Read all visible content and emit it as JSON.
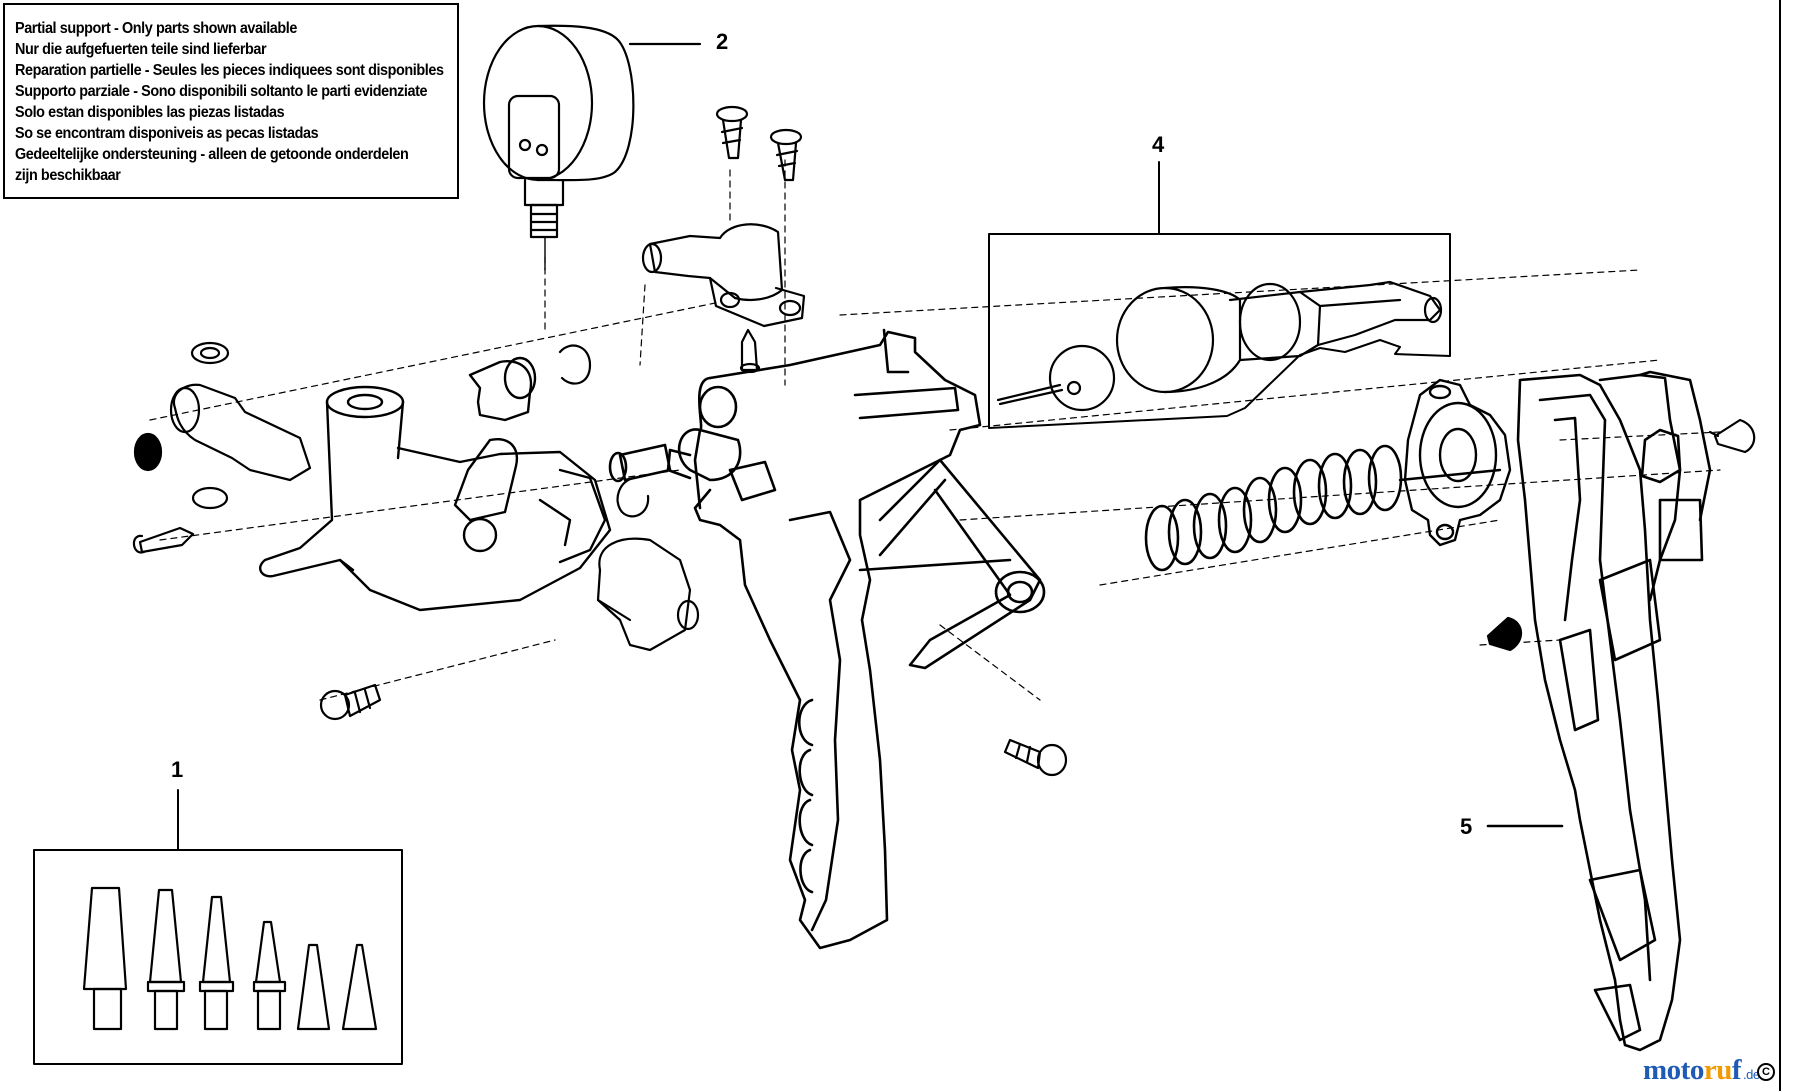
{
  "notice": {
    "lines": [
      "Partial support - Only parts shown available",
      "Nur die aufgefuerten teile sind lieferbar",
      "Reparation partielle - Seules les pieces indiquees sont disponibles",
      "Supporto parziale - Sono disponibili soltanto le parti evidenziate",
      "Solo estan disponibles las piezas listadas",
      "So se encontram disponiveis as pecas listadas",
      "Gedeeltelijke ondersteuning - alleen de getoonde onderdelen",
      "zijn beschikbaar"
    ]
  },
  "callouts": {
    "c1": "1",
    "c2": "2",
    "c4": "4",
    "c5": "5"
  },
  "watermark": {
    "part_a": "moto",
    "part_b": "ru",
    "part_c": "f",
    "tld": ".de",
    "circled": "C"
  },
  "colors": {
    "ink": "#000000",
    "paper": "#ffffff",
    "watermark_blue": "#1f5bb5",
    "watermark_orange": "#f39a00"
  }
}
